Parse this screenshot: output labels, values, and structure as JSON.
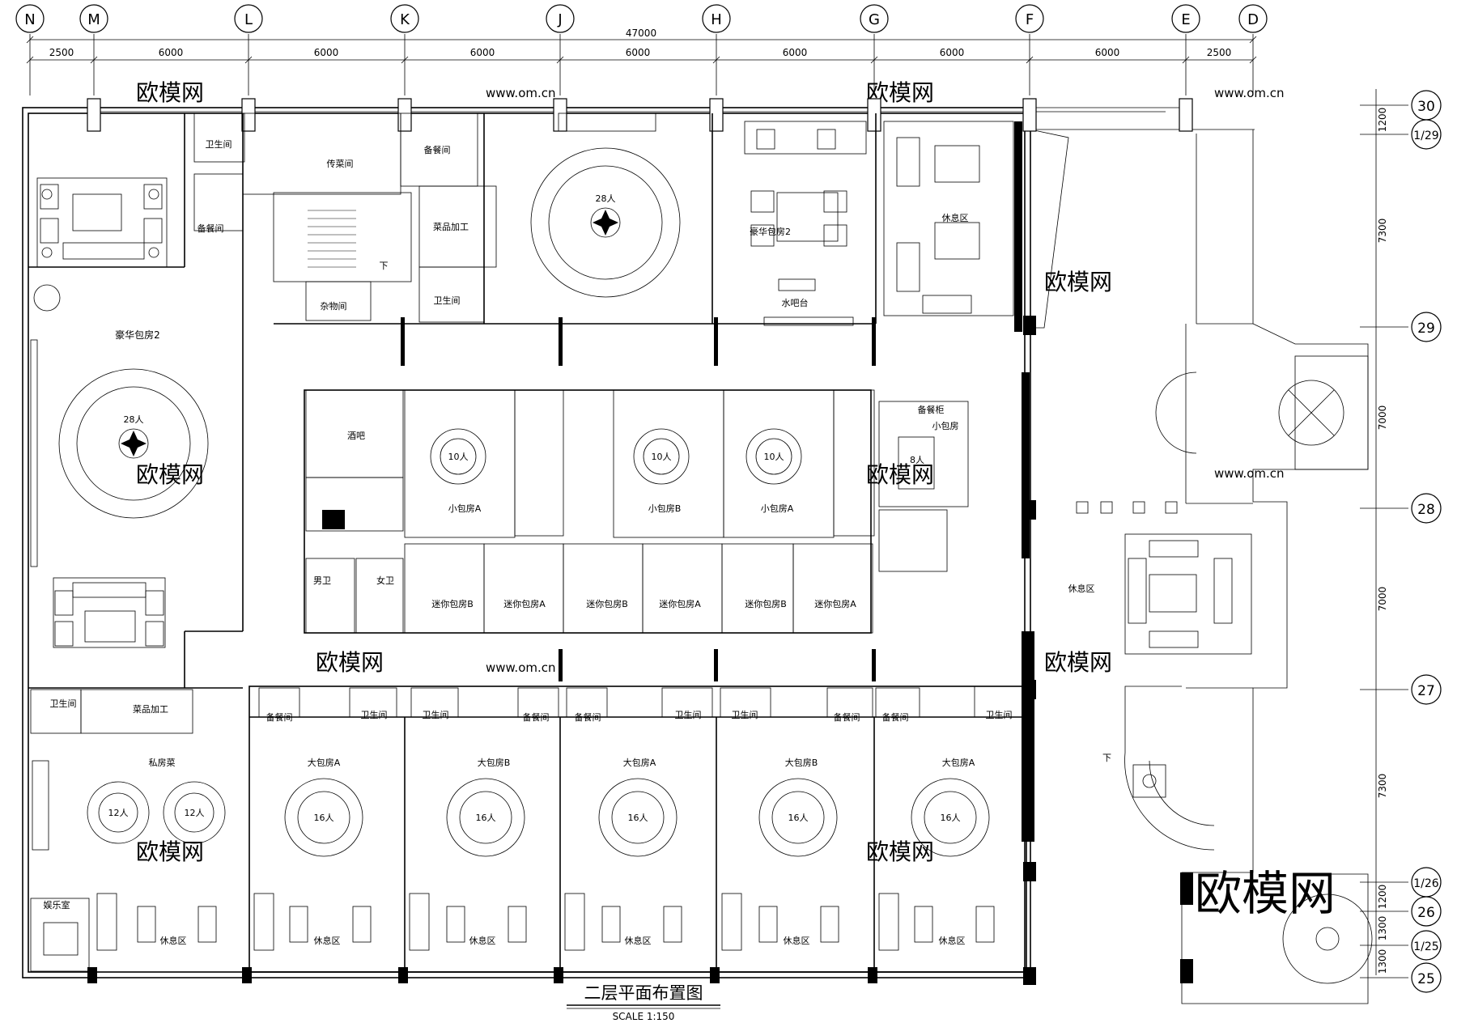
{
  "grid": {
    "top": [
      "N",
      "M",
      "L",
      "K",
      "J",
      "H",
      "G",
      "F",
      "E",
      "D"
    ],
    "top_dims": [
      "2500",
      "6000",
      "6000",
      "6000",
      "6000",
      "6000",
      "6000",
      "6000",
      "2500"
    ],
    "total": "47000",
    "right": [
      "30",
      "1/29",
      "29",
      "28",
      "27",
      "1/26",
      "26",
      "1/25",
      "25"
    ],
    "right_dims": [
      "1200",
      "7300",
      "7000",
      "7000",
      "7300",
      "1200",
      "1300",
      "1300"
    ]
  },
  "rooms": {
    "hh2_left": "豪华包房2",
    "hh2_right": "豪华包房2",
    "wc": "卫生间",
    "prep": "备餐间",
    "serve": "传菜间",
    "proc": "菜品加工",
    "store": "杂物间",
    "down": "下",
    "bar": "水吧台",
    "rest": "休息区",
    "wine": "酒吧",
    "men": "男卫",
    "women": "女卫",
    "small_a": "小包房A",
    "small_b": "小包房B",
    "small": "小包房",
    "cab": "备餐柜",
    "mini_a": "迷你包房A",
    "mini_b": "迷你包房B",
    "big_a": "大包房A",
    "big_b": "大包房B",
    "private": "私房菜",
    "karaoke": "娱乐室"
  },
  "tables": {
    "p28": "28人",
    "p10": "10人",
    "p8": "8人",
    "p16": "16人",
    "p12": "12人"
  },
  "drawing": {
    "title": "二层平面布置图",
    "scale": "SCALE 1:150"
  },
  "watermark": {
    "brand": "欧模网",
    "url": "www.om.cn"
  }
}
